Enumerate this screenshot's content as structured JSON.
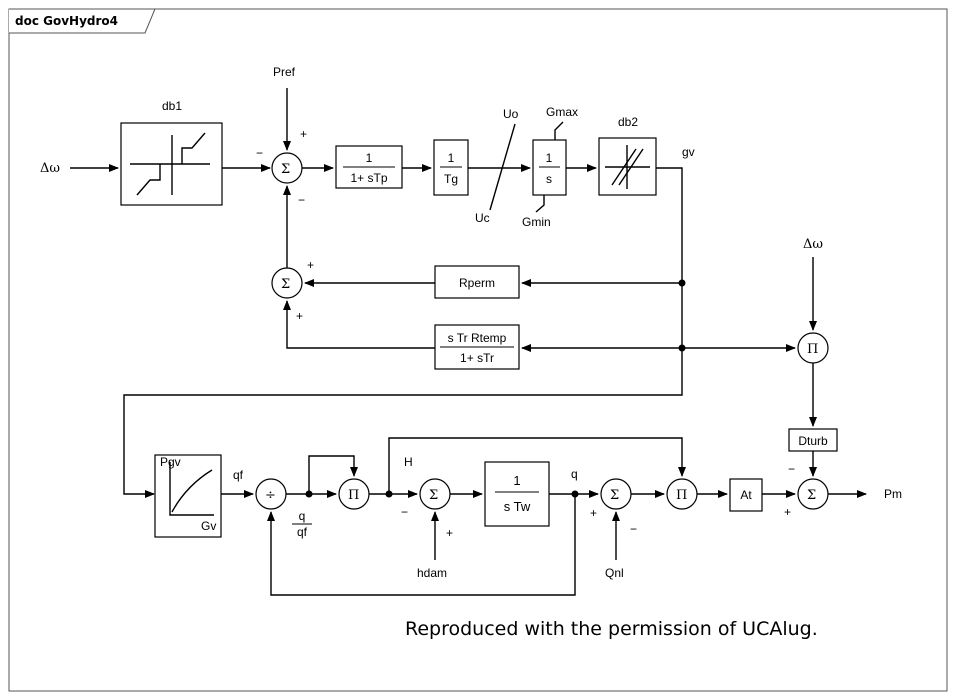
{
  "frame": {
    "title": "doc GovHydro4"
  },
  "inputs": {
    "delta_omega": "Δω",
    "pref": "Pref",
    "hdam": "hdam",
    "qnl": "Qnl"
  },
  "outputs": {
    "pm": "Pm"
  },
  "blocks": {
    "db1": "db1",
    "db2": "db2",
    "tp": {
      "num": "1",
      "den": "1+ sTp"
    },
    "tg": {
      "num": "1",
      "den": "Tg"
    },
    "int": {
      "num": "1",
      "den": "s"
    },
    "rperm": "Rperm",
    "rtemp": {
      "num": "s Tr Rtemp",
      "den": "1+ sTr"
    },
    "dturb": "Dturb",
    "pgv": {
      "y": "Pgv",
      "x": "Gv"
    },
    "tw": {
      "num": "1",
      "den": "s Tw"
    },
    "at": "At"
  },
  "limits": {
    "uo": "Uo",
    "uc": "Uc",
    "gmax": "Gmax",
    "gmin": "Gmin"
  },
  "signals": {
    "gv": "gv",
    "qf": "qf",
    "h": "H",
    "q": "q",
    "div_num": "q",
    "div_den": "qf"
  },
  "symbols": {
    "sum": "Σ",
    "mult": "Π",
    "div": "÷",
    "plus": "+",
    "minus": "−"
  },
  "footer": "Reproduced with the permission of UCAlug."
}
